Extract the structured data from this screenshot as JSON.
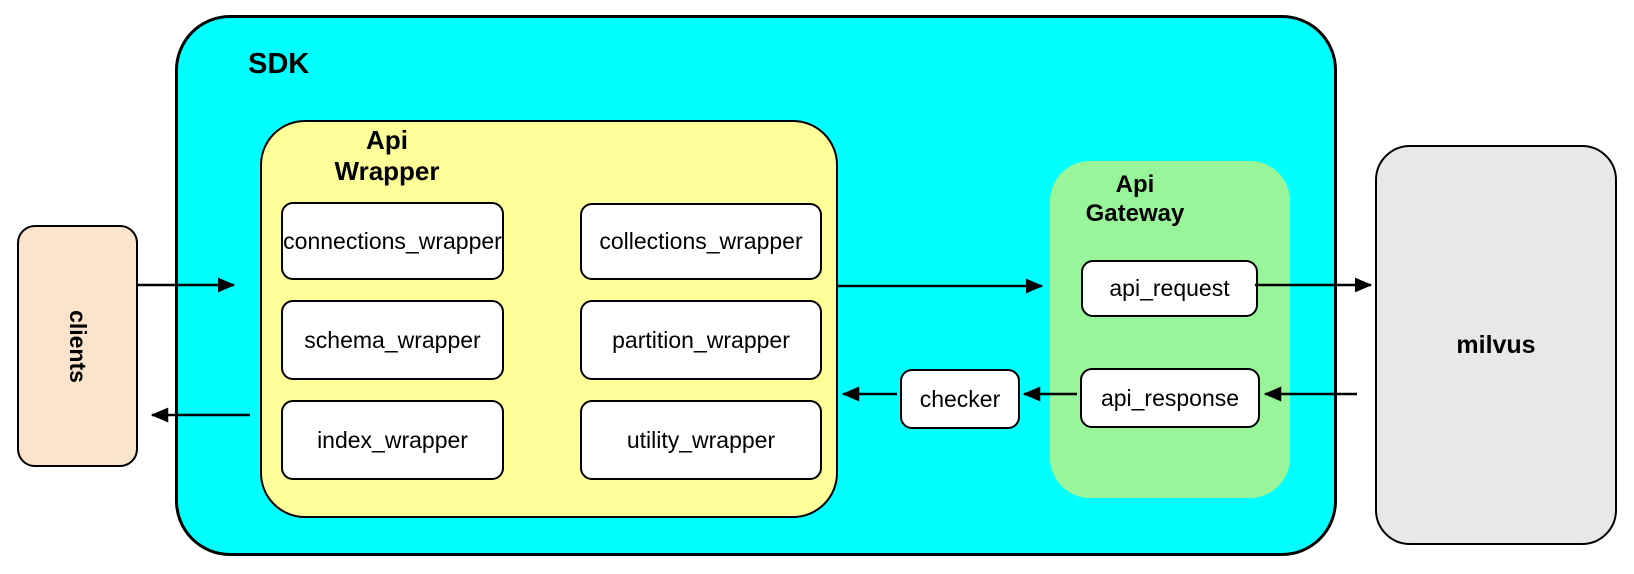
{
  "diagram": {
    "clients": {
      "label": "clients"
    },
    "sdk": {
      "label": "SDK"
    },
    "api_wrapper": {
      "label": "Api\nWrapper",
      "boxes": [
        "connections_wrapper",
        "collections_wrapper",
        "schema_wrapper",
        "partition_wrapper",
        "index_wrapper",
        "utility_wrapper"
      ]
    },
    "api_gateway": {
      "label": "Api\nGateway",
      "request": "api_request",
      "response": "api_response"
    },
    "checker": {
      "label": "checker"
    },
    "milvus": {
      "label": "milvus"
    },
    "colors": {
      "sdk_fill": "#00FFFF",
      "api_wrapper_fill": "#FFFF99",
      "api_gateway_fill": "#99F599",
      "clients_fill": "#FCE4CC",
      "milvus_fill": "#E8E8E8",
      "node_fill": "#FFFFFF",
      "stroke": "#000000"
    }
  }
}
